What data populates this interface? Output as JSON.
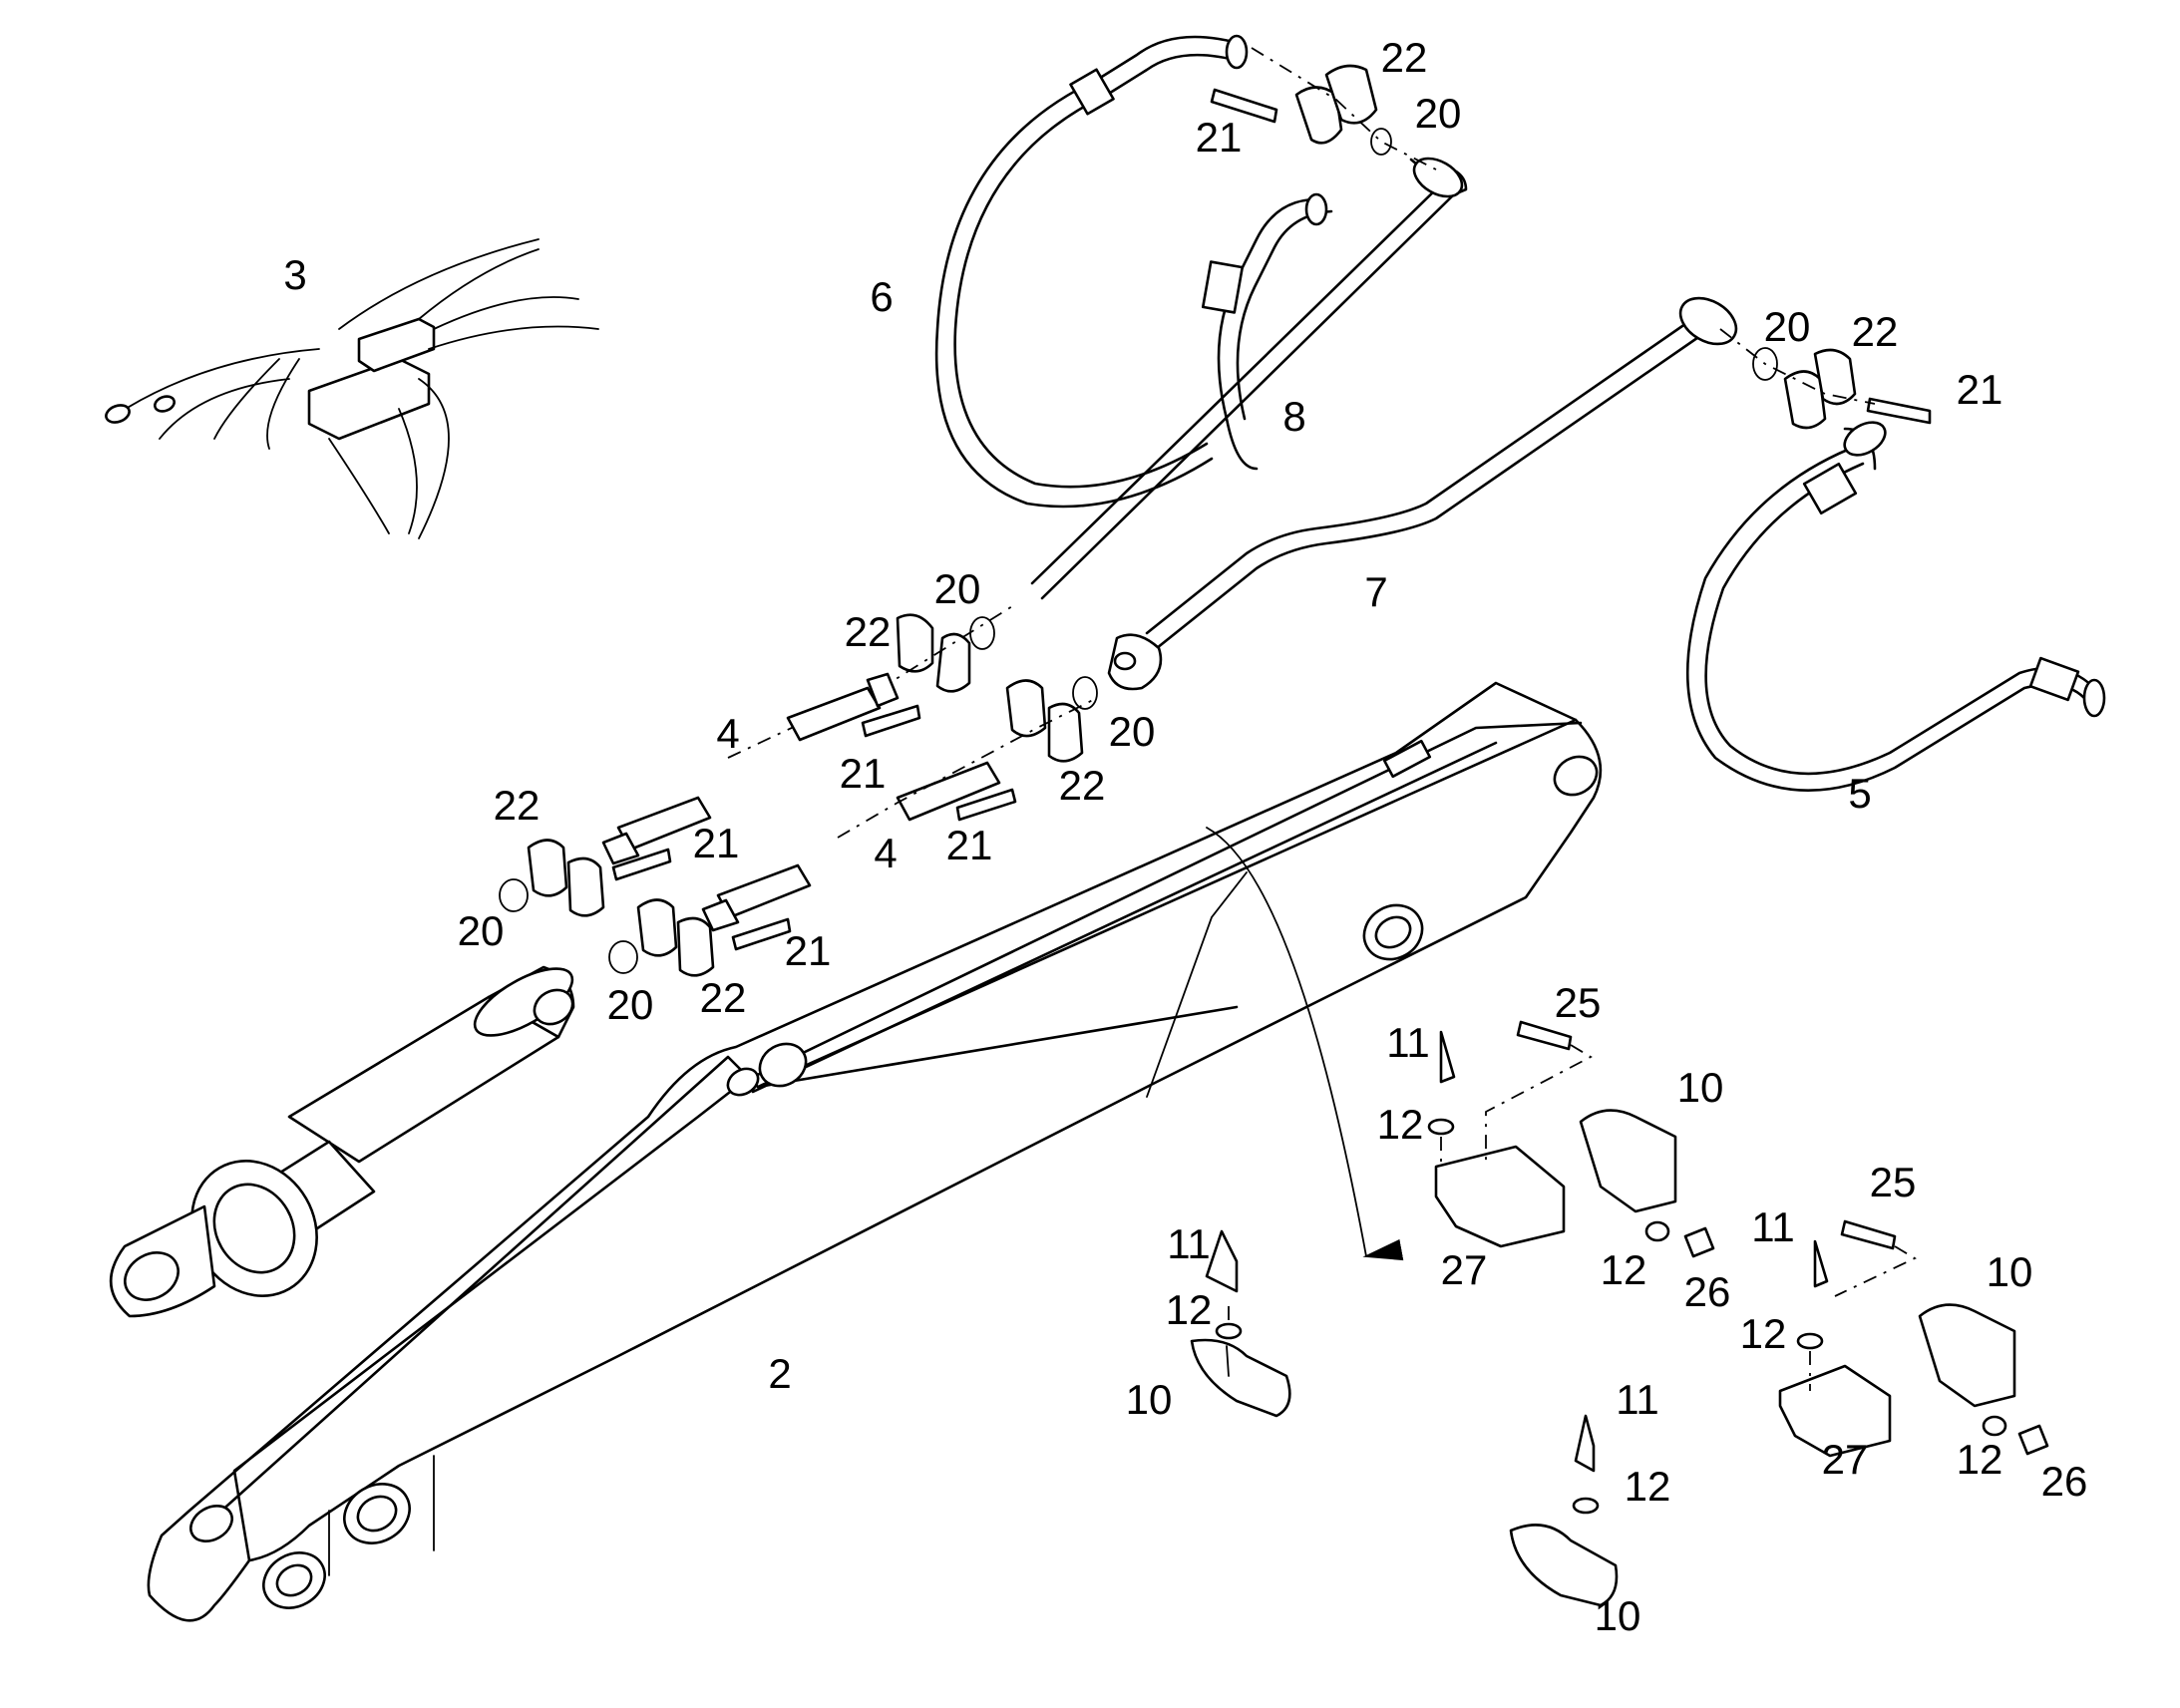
{
  "callouts": [
    {
      "id": "c1",
      "text": "22"
    },
    {
      "id": "c2",
      "text": "20"
    },
    {
      "id": "c3",
      "text": "21"
    },
    {
      "id": "c4",
      "text": "3"
    },
    {
      "id": "c5",
      "text": "6"
    },
    {
      "id": "c6",
      "text": "8"
    },
    {
      "id": "c7",
      "text": "20"
    },
    {
      "id": "c8",
      "text": "22"
    },
    {
      "id": "c9",
      "text": "21"
    },
    {
      "id": "c10",
      "text": "7"
    },
    {
      "id": "c11",
      "text": "20"
    },
    {
      "id": "c12",
      "text": "22"
    },
    {
      "id": "c13",
      "text": "4"
    },
    {
      "id": "c14",
      "text": "21"
    },
    {
      "id": "c15",
      "text": "20"
    },
    {
      "id": "c16",
      "text": "22"
    },
    {
      "id": "c17",
      "text": "5"
    },
    {
      "id": "c18",
      "text": "22"
    },
    {
      "id": "c19",
      "text": "21"
    },
    {
      "id": "c20",
      "text": "21"
    },
    {
      "id": "c21",
      "text": "4"
    },
    {
      "id": "c22",
      "text": "20"
    },
    {
      "id": "c23",
      "text": "21"
    },
    {
      "id": "c24",
      "text": "20"
    },
    {
      "id": "c25",
      "text": "22"
    },
    {
      "id": "c26",
      "text": "25"
    },
    {
      "id": "c27",
      "text": "11"
    },
    {
      "id": "c28",
      "text": "10"
    },
    {
      "id": "c29",
      "text": "12"
    },
    {
      "id": "c30",
      "text": "25"
    },
    {
      "id": "c31",
      "text": "27"
    },
    {
      "id": "c32",
      "text": "12"
    },
    {
      "id": "c33",
      "text": "26"
    },
    {
      "id": "c34",
      "text": "11"
    },
    {
      "id": "c35",
      "text": "10"
    },
    {
      "id": "c36",
      "text": "11"
    },
    {
      "id": "c37",
      "text": "12"
    },
    {
      "id": "c38",
      "text": "2"
    },
    {
      "id": "c39",
      "text": "12"
    },
    {
      "id": "c40",
      "text": "10"
    },
    {
      "id": "c41",
      "text": "27"
    },
    {
      "id": "c42",
      "text": "12"
    },
    {
      "id": "c43",
      "text": "26"
    },
    {
      "id": "c44",
      "text": "11"
    },
    {
      "id": "c45",
      "text": "12"
    },
    {
      "id": "c46",
      "text": "10"
    }
  ]
}
